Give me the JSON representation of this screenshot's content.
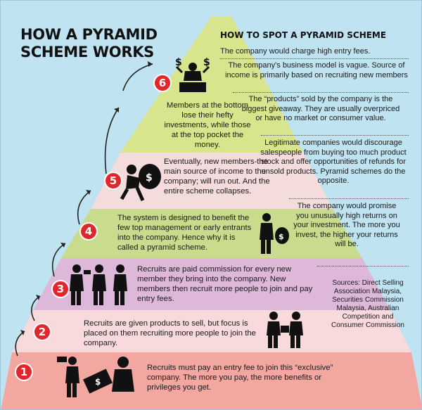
{
  "title": "HOW A PYRAMID SCHEME WORKS",
  "spot": {
    "heading": "HOW TO SPOT A PYRAMID SCHEME",
    "tips": [
      "The company would charge high entry fees.",
      "The company's business model is vague. Source of income is primarily based on recruiting new members",
      "The “products” sold by the company is the biggest giveaway. They are usually overpriced or have no market or consumer value.",
      "Legitimate companies would discourage salespeople from buying too much product stock and offer opportunities of refunds for unsold products. Pyramid schemes do the opposite.",
      "The company would promise you unusually high returns on your investment. The more you invest, the higher your returns will be."
    ]
  },
  "steps": [
    {
      "number": "1",
      "text": "Recruits must pay an entry fee to join this “exclusive” company. The more you pay, the more benefits or privileges you get."
    },
    {
      "number": "2",
      "text": "Recruits are given products to sell, but focus is placed on them recruiting more people to join the company."
    },
    {
      "number": "3",
      "text": "Recruits are paid commission for every new member they bring into the company. New members then recruit more people to join and pay entry fees."
    },
    {
      "number": "4",
      "text": "The system is designed to benefit the few top management or early entrants into the company. Hence why it is called a pyramid scheme."
    },
    {
      "number": "5",
      "text": "Eventually, new members-the main source of income to the company; will run out. And the entire scheme collapses."
    },
    {
      "number": "6",
      "text": "Members at the bottom lose their hefty investments, while those at the top pocket the money."
    }
  ],
  "sources": "Sources: Direct Selling Association Malaysia, Securities Commission Malaysia, Australian Competition and Consumer Commission",
  "colors": {
    "background": "#bfe3f1",
    "band1": "#f4a6a0",
    "band2": "#f8d9dc",
    "band3": "#ddb8d9",
    "band4": "#c9dc8e",
    "band5": "#f5dcdc",
    "band6": "#d9e58c",
    "badge": "#e3262c"
  },
  "icons": [
    "dollar-icon",
    "person-icon",
    "money-bag-icon",
    "arrow-icon"
  ]
}
